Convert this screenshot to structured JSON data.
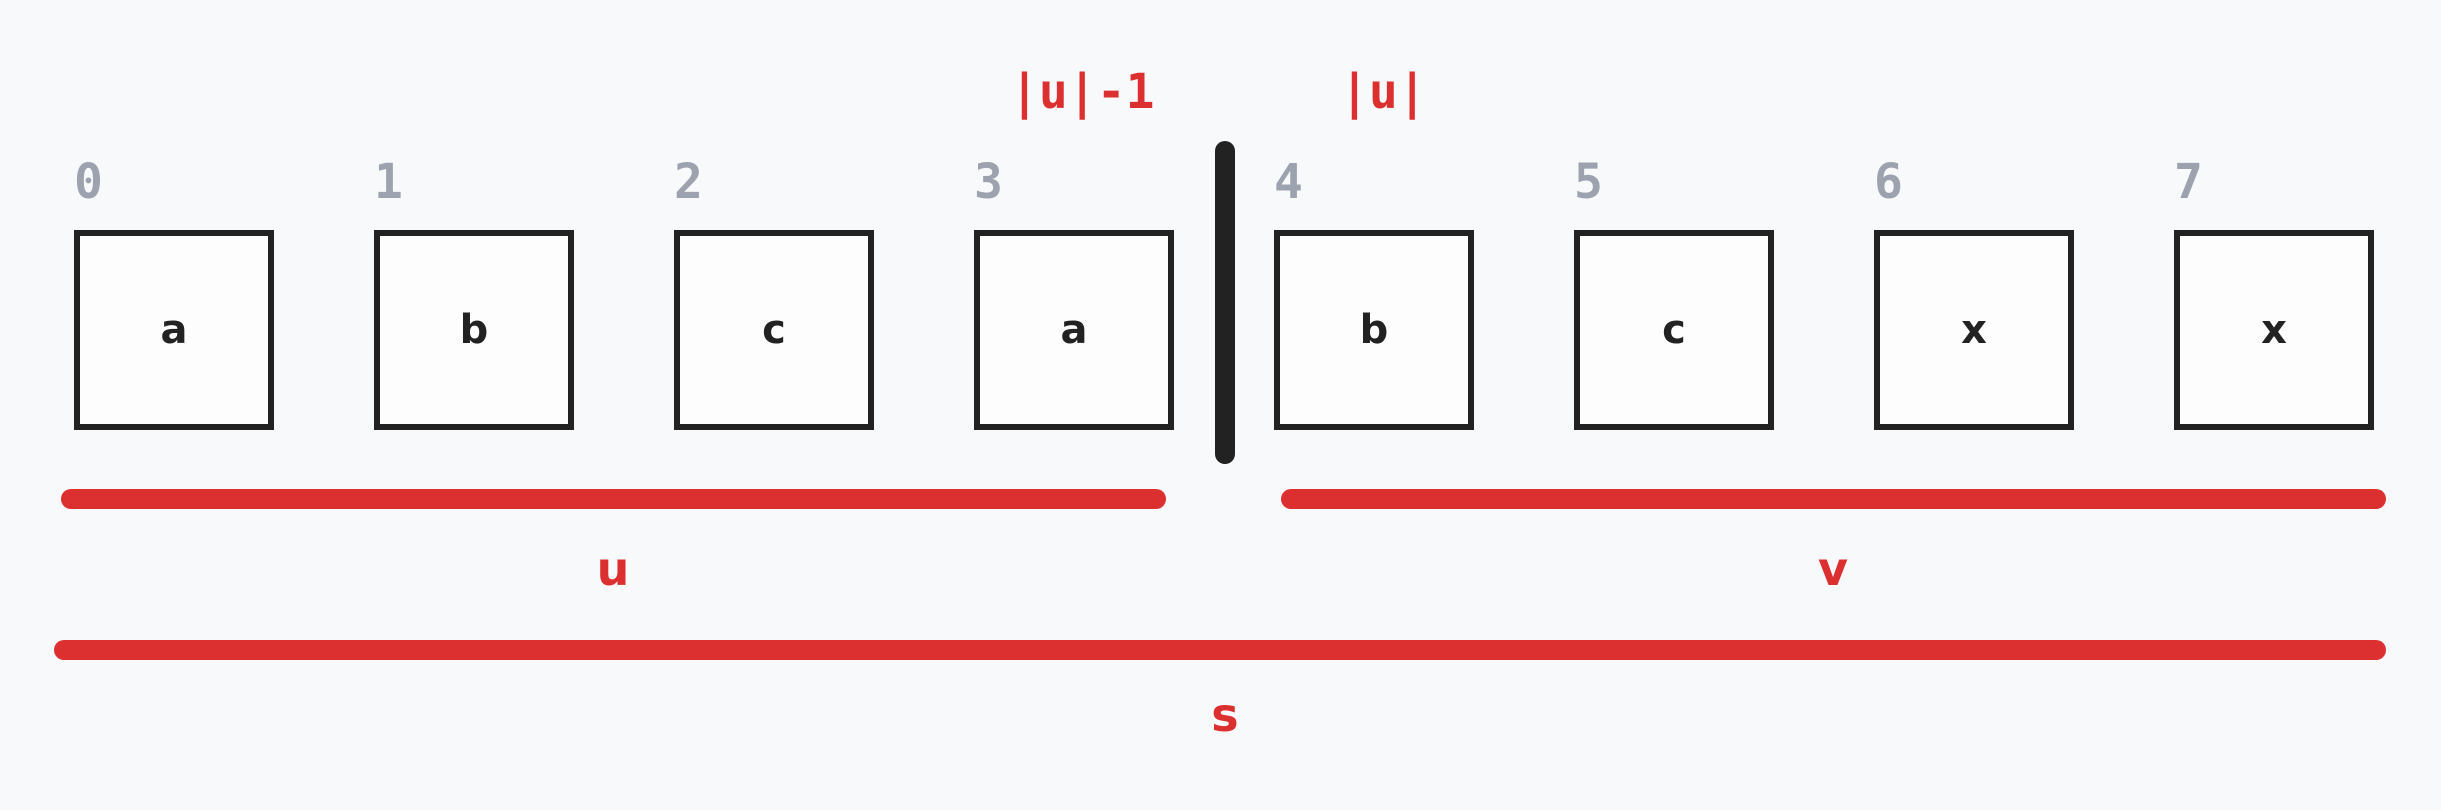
{
  "indices": [
    "0",
    "1",
    "2",
    "3",
    "4",
    "5",
    "6",
    "7"
  ],
  "cells": [
    "a",
    "b",
    "c",
    "a",
    "b",
    "c",
    "x",
    "x"
  ],
  "markers": {
    "left": "|u|-1",
    "right": "|u|"
  },
  "segments": {
    "u": "u",
    "v": "v",
    "s": "s"
  },
  "colors": {
    "accent": "#dc2f2f",
    "ink": "#222222",
    "muted": "#9ca3af",
    "background": "#f8f9fb"
  }
}
